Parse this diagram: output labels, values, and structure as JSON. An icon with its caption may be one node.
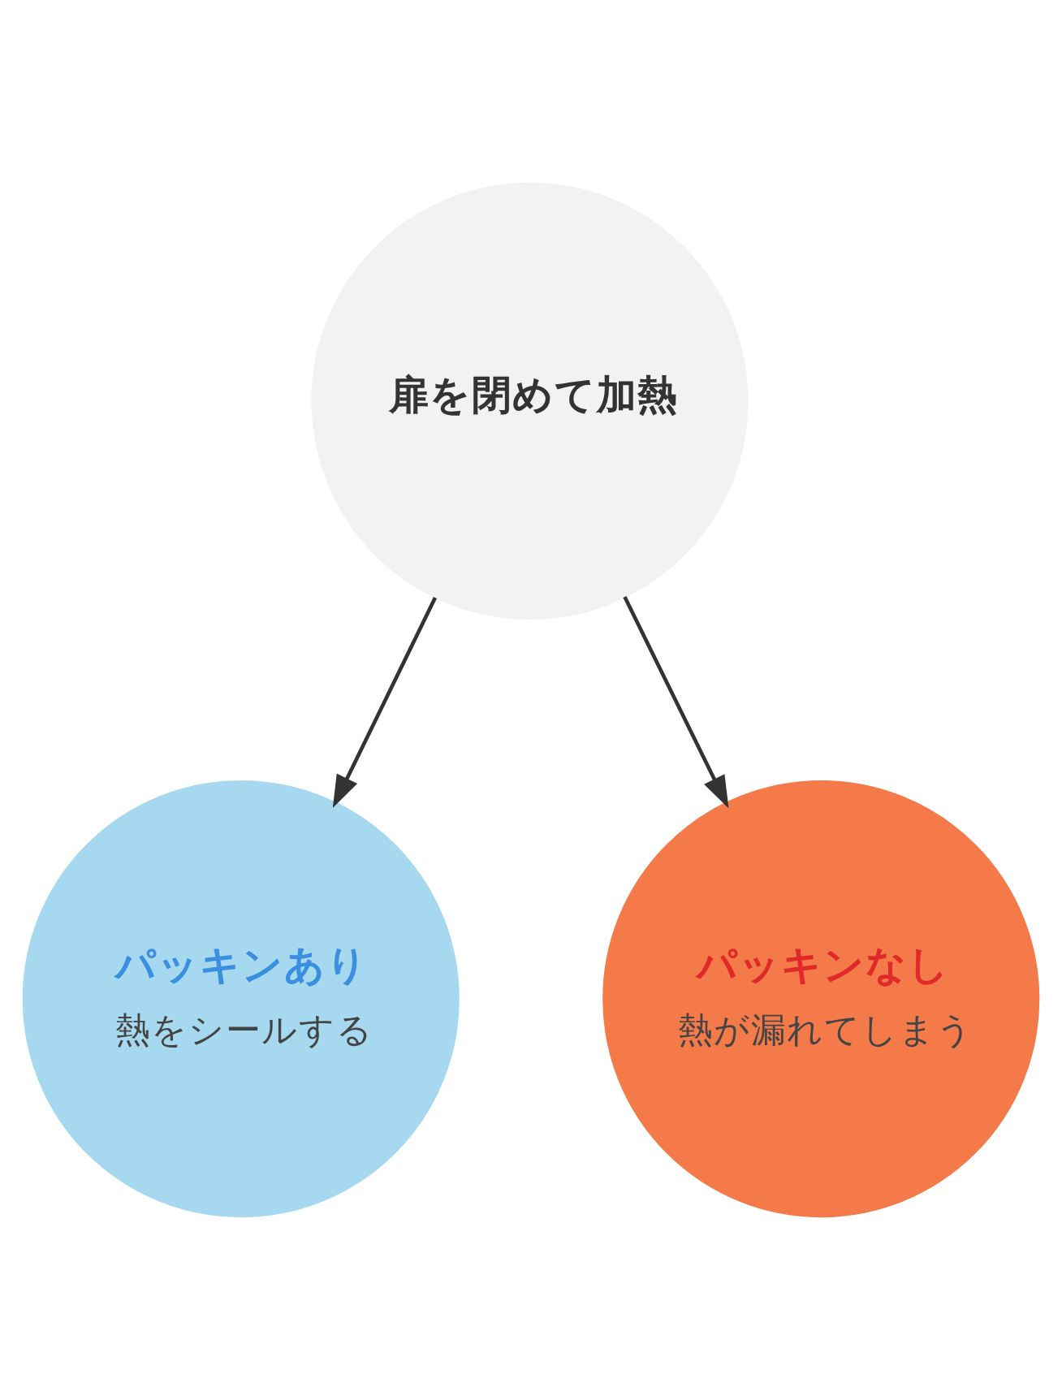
{
  "diagram": {
    "nodes": [
      {
        "text": [
          "扉を閉めて加熱"
        ]
      },
      {
        "text": [
          "パッキンあり",
          "熱をシールする"
        ]
      },
      {
        "text": [
          "パッキンなし",
          "熱が漏れてしまう"
        ]
      }
    ],
    "edges": [
      {
        "from": 0,
        "to": 1,
        "arrow": "to"
      },
      {
        "from": 0,
        "to": 2,
        "arrow": "to"
      }
    ]
  }
}
